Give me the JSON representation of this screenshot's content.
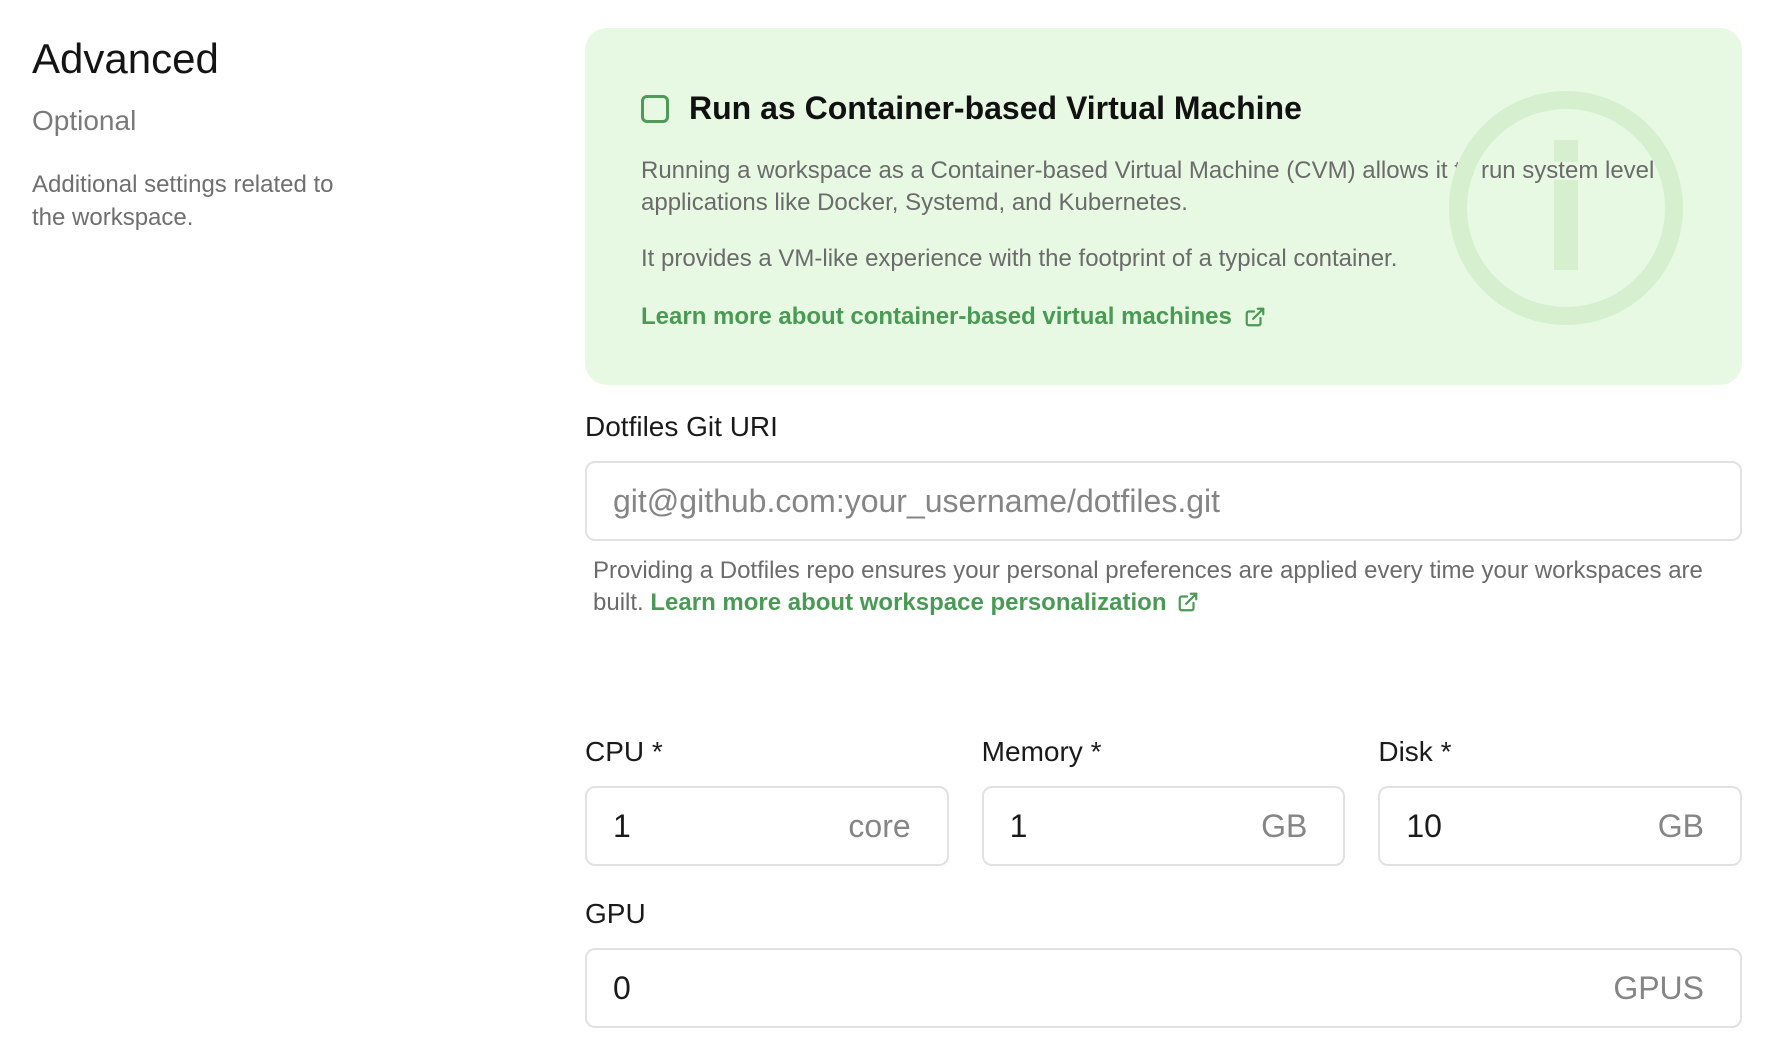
{
  "section": {
    "title": "Advanced",
    "subtitle": "Optional",
    "description": "Additional settings related to the workspace."
  },
  "cvm": {
    "checked": false,
    "title": "Run as Container-based Virtual Machine",
    "paragraph1": "Running a workspace as a Container-based Virtual Machine (CVM) allows it to run system level applications like Docker, Systemd, and Kubernetes.",
    "paragraph2": "It provides a VM-like experience with the footprint of a typical container.",
    "link": "Learn more about container-based virtual machines",
    "icon": "info-icon",
    "accent_color": "#4a9a55",
    "background_color": "#e8f9e3"
  },
  "dotfiles": {
    "label": "Dotfiles Git URI",
    "placeholder": "git@github.com:your_username/dotfiles.git",
    "value": "",
    "helper_text": "Providing a Dotfiles repo ensures your personal preferences are applied every time your workspaces are built.",
    "helper_link": "Learn more about workspace personalization"
  },
  "resources": {
    "cpu": {
      "label": "CPU *",
      "value": "1",
      "unit": "core"
    },
    "memory": {
      "label": "Memory *",
      "value": "1",
      "unit": "GB"
    },
    "disk": {
      "label": "Disk *",
      "value": "10",
      "unit": "GB"
    },
    "gpu": {
      "label": "GPU",
      "value": "0",
      "unit": "GPUS"
    }
  }
}
